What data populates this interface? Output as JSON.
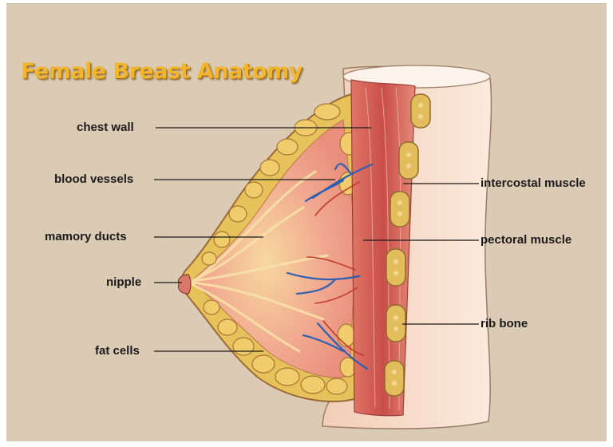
{
  "title": "Female Breast Anatomy",
  "labels_left": [
    "chest wall",
    "blood vessels",
    "mamory ducts",
    "nipple",
    "fat cells"
  ],
  "labels_right": [
    "intercostal muscle",
    "pectoral muscle",
    "rib bone"
  ],
  "colors": {
    "background": "#dccbb4",
    "title": "#f2b62e",
    "fat": "#e7c15a",
    "tissue": "#f0a48e",
    "muscle": "#cf5a55",
    "skin": "#f6dccb",
    "vessels_blue": "#2f5fb0",
    "vessels_red": "#c0392b"
  }
}
